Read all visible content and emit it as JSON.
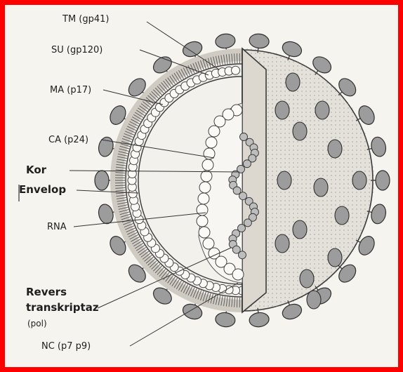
{
  "labels": {
    "tm": "TM (gp41)",
    "su": "SU (gp120)",
    "ma": "MA (p17)",
    "ca": "CA (p24)",
    "kor": "Kor",
    "envelop": "Envelop",
    "rna": "RNA",
    "revers1": "Revers",
    "revers2": "transkriptaz",
    "pol": "(pol)",
    "nc": "NC (p7 p9)"
  },
  "colors": {
    "frame": "#ff0000",
    "paper": "#f6f4ef",
    "ink": "#2a2a2a",
    "knob": "#9c9c9c"
  }
}
